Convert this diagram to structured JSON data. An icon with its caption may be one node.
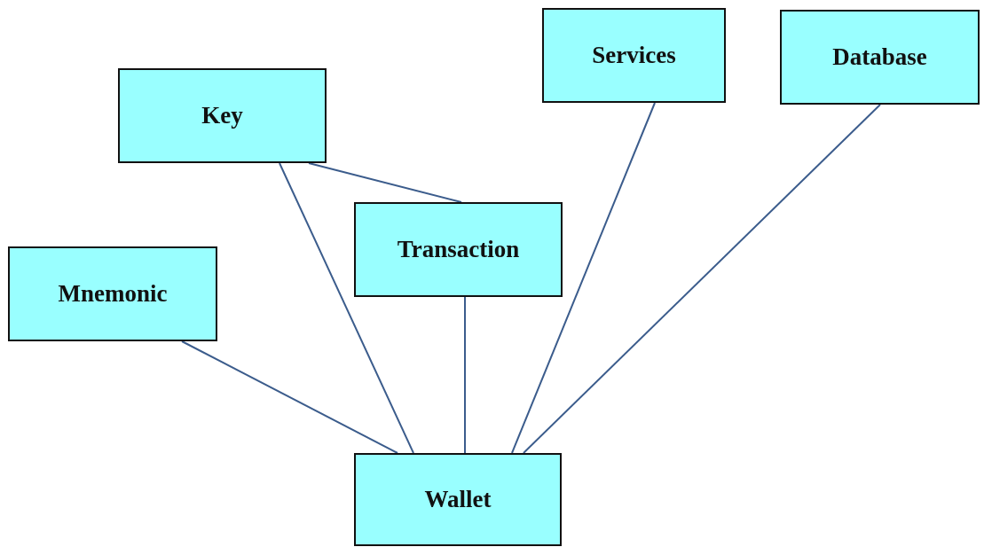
{
  "diagram": {
    "nodes": [
      {
        "text": [
          "Services"
        ]
      },
      {
        "text": [
          "Database"
        ]
      },
      {
        "text": [
          "Key"
        ]
      },
      {
        "text": [
          "Transaction"
        ]
      },
      {
        "text": [
          "Mnemonic"
        ]
      },
      {
        "text": [
          "Wallet"
        ]
      }
    ],
    "edges": [
      {
        "from": 2,
        "to": 3,
        "arrow": "none"
      },
      {
        "from": 2,
        "to": 5,
        "arrow": "none"
      },
      {
        "from": 3,
        "to": 5,
        "arrow": "none"
      },
      {
        "from": 4,
        "to": 5,
        "arrow": "none"
      },
      {
        "from": 0,
        "to": 5,
        "arrow": "none"
      },
      {
        "from": 1,
        "to": 5,
        "arrow": "none"
      }
    ]
  }
}
